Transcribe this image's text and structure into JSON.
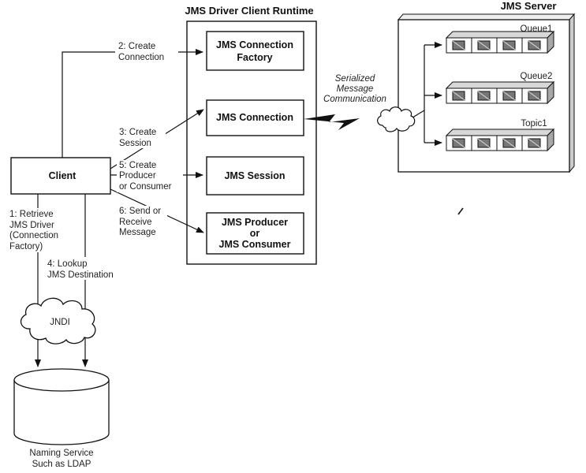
{
  "runtime": {
    "title": "JMS Driver Client Runtime",
    "boxes": {
      "connection_factory": [
        "JMS Connection",
        "Factory"
      ],
      "connection": "JMS Connection",
      "session": "JMS Session",
      "producer_consumer": [
        "JMS Producer",
        "or",
        "JMS Consumer"
      ]
    }
  },
  "server": {
    "title": "JMS Server",
    "queue1": "Queue1",
    "queue2": "Queue2",
    "topic1": "Topic1"
  },
  "client": {
    "label": "Client"
  },
  "jndi": {
    "label": "JNDI"
  },
  "naming_service": [
    "Naming Service",
    "Such as LDAP"
  ],
  "serialized": [
    "Serialized",
    "Message",
    "Communication"
  ],
  "steps": {
    "s1": [
      "1: Retrieve",
      "JMS Driver",
      "(Connection",
      "Factory)"
    ],
    "s2": [
      "2: Create",
      "Connection"
    ],
    "s3": [
      "3: Create",
      "Session"
    ],
    "s4": [
      "4: Lookup",
      "JMS Destination"
    ],
    "s5": [
      "5: Create",
      "Producer",
      "or Consumer"
    ],
    "s6": [
      "6: Send or",
      "Receive",
      "Message"
    ]
  }
}
